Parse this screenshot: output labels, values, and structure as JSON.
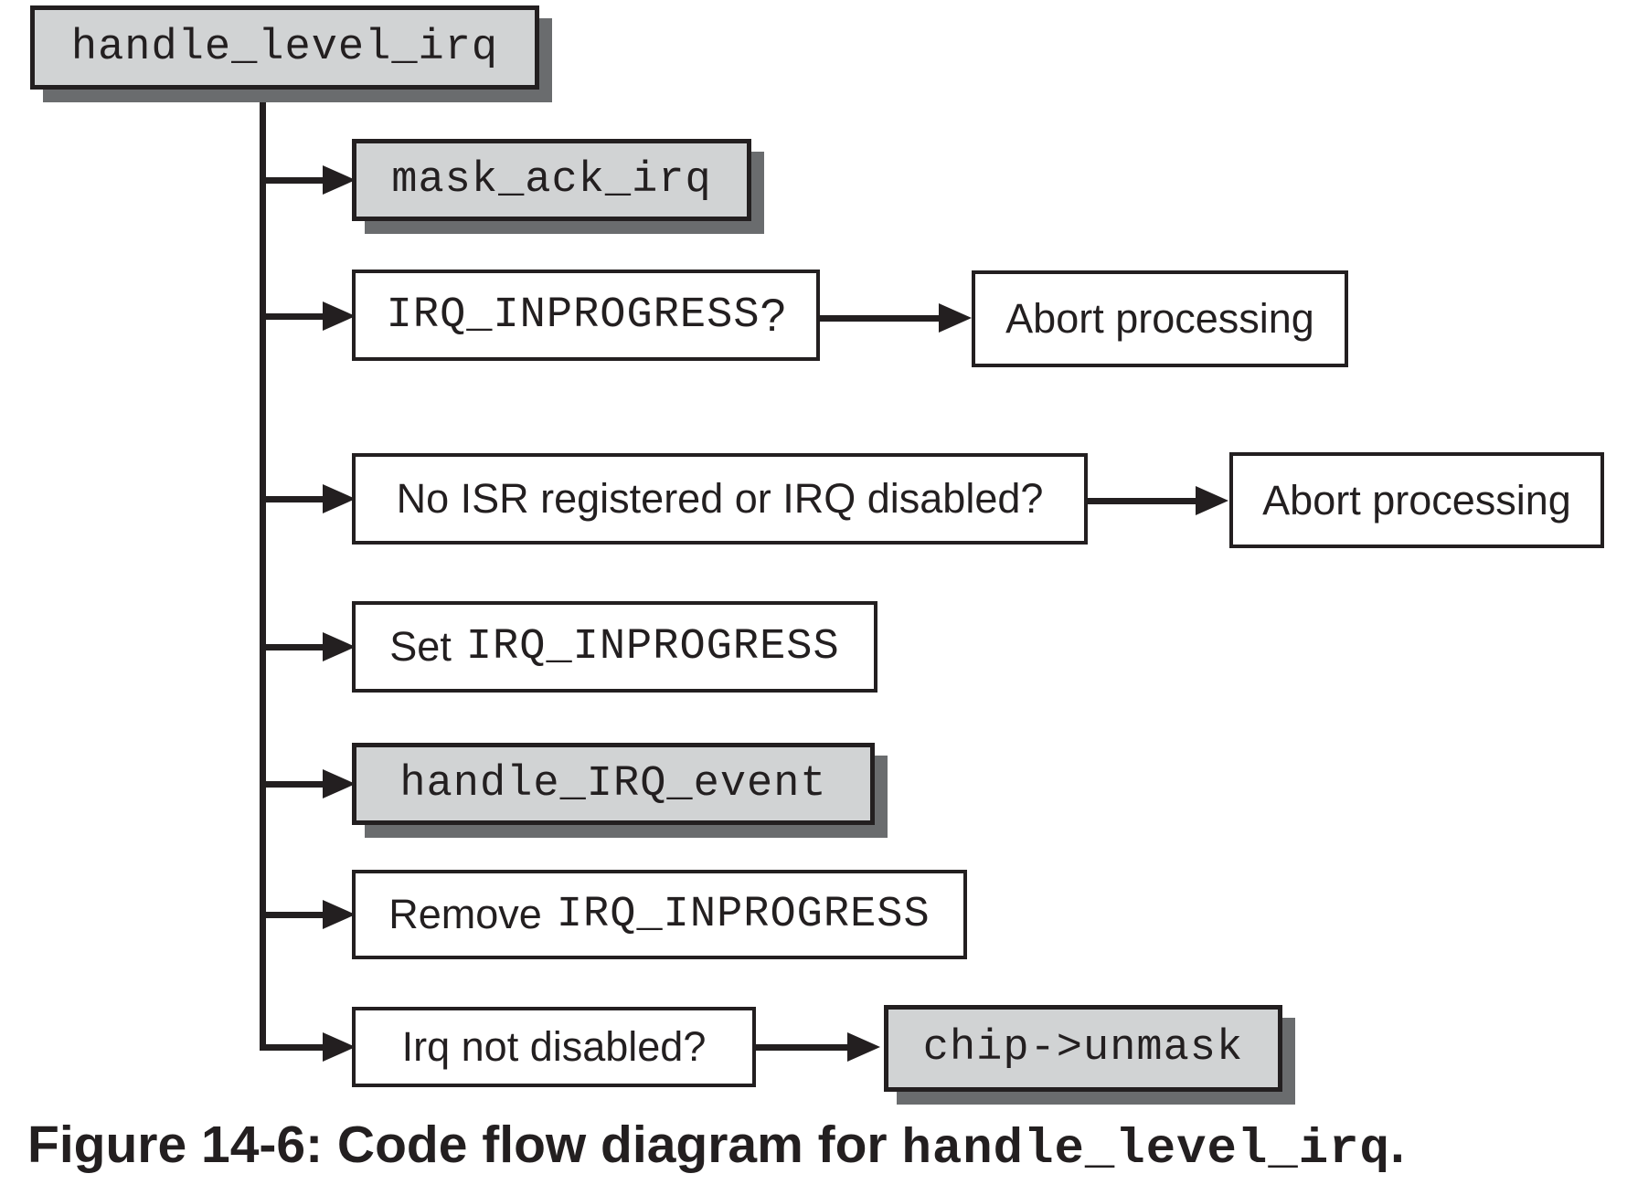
{
  "figure_caption": {
    "text_before_code": "Figure 14-6: Code flow diagram for ",
    "code": "handle_level_irq",
    "text_after_code": "."
  },
  "nodes": {
    "root": {
      "code": "handle_level_irq",
      "style": "gray"
    },
    "mask_ack_irq": {
      "code": "mask_ack_irq",
      "style": "gray"
    },
    "irq_inprogress_check": {
      "code": "IRQ_INPROGRESS",
      "suffix": "?",
      "style": "white"
    },
    "abort_processing_1": {
      "text": "Abort processing",
      "style": "white"
    },
    "no_isr_check": {
      "text": "No ISR registered or IRQ disabled?",
      "style": "white"
    },
    "abort_processing_2": {
      "text": "Abort processing",
      "style": "white"
    },
    "set_irq_inprogress": {
      "prefix": "Set",
      "code": "IRQ_INPROGRESS",
      "style": "white"
    },
    "handle_irq_event": {
      "code": "handle_IRQ_event",
      "style": "gray"
    },
    "remove_irq_inprogress": {
      "prefix": "Remove",
      "code": "IRQ_INPROGRESS",
      "style": "white"
    },
    "irq_not_disabled_check": {
      "text": "Irq not disabled?",
      "style": "white"
    },
    "chip_unmask": {
      "code": "chip->unmask",
      "style": "gray"
    }
  },
  "edges": [
    {
      "from": "root",
      "to": "mask_ack_irq"
    },
    {
      "from": "root",
      "to": "irq_inprogress_check"
    },
    {
      "from": "irq_inprogress_check",
      "to": "abort_processing_1"
    },
    {
      "from": "root",
      "to": "no_isr_check"
    },
    {
      "from": "no_isr_check",
      "to": "abort_processing_2"
    },
    {
      "from": "root",
      "to": "set_irq_inprogress"
    },
    {
      "from": "root",
      "to": "handle_irq_event"
    },
    {
      "from": "root",
      "to": "remove_irq_inprogress"
    },
    {
      "from": "root",
      "to": "irq_not_disabled_check"
    },
    {
      "from": "irq_not_disabled_check",
      "to": "chip_unmask"
    }
  ],
  "colors": {
    "background": "#ffffff",
    "box_fill_gray": "#d1d3d4",
    "box_fill_white": "#ffffff",
    "box_border": "#231f20",
    "shadow": "#6a6c6e",
    "line": "#231f20",
    "text": "#231f20"
  }
}
